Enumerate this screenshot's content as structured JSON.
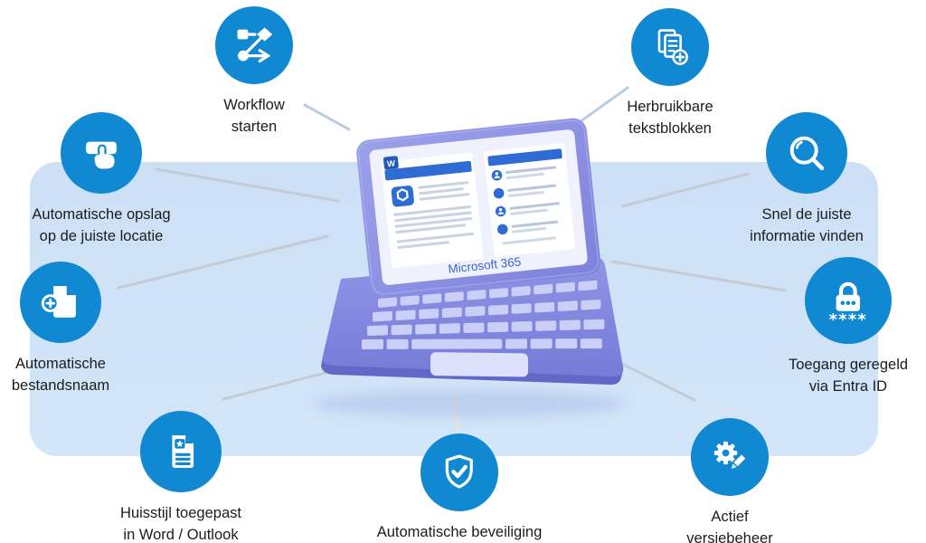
{
  "page": {
    "background": "#ffffff",
    "panel_color": "#cfe2f6"
  },
  "colors": {
    "icon_blue": "#1189d2",
    "accent_blue": "#2e6bd3",
    "badge_blue": "#2257bd",
    "laptop_purple": "#8287dd",
    "brand_text_blue": "#3a67cf",
    "label_text": "#1c1c1e",
    "connector_gray": "#c4c9d1"
  },
  "laptop": {
    "brand": "Microsoft 365",
    "app_badge": "W"
  },
  "features": [
    {
      "id": "workflow-starten",
      "icon": "workflow-icon",
      "line1": "Workflow",
      "line2": "starten"
    },
    {
      "id": "herbruikbare-tekstblokken",
      "icon": "copy-add-icon",
      "line1": "Herbruikbare",
      "line2": "tekstblokken"
    },
    {
      "id": "automatische-opslag",
      "icon": "press-button-icon",
      "line1": "Automatische opslag",
      "line2": "op de juiste locatie"
    },
    {
      "id": "snel-informatie-vinden",
      "icon": "search-icon",
      "line1": "Snel de juiste",
      "line2": "informatie vinden"
    },
    {
      "id": "automatische-bestandsnaam",
      "icon": "file-add-icon",
      "line1": "Automatische",
      "line2": "bestandsnaam"
    },
    {
      "id": "toegang-entra-id",
      "icon": "password-lock-icon",
      "line1": "Toegang geregeld",
      "line2": "via Entra ID",
      "icon_text": "****"
    },
    {
      "id": "huisstijl-toegepast",
      "icon": "branded-doc-icon",
      "line1": "Huisstijl toegepast",
      "line2": "in Word / Outlook"
    },
    {
      "id": "automatische-beveiliging",
      "icon": "shield-check-icon",
      "line1": "Automatische beveiliging",
      "line2": ""
    },
    {
      "id": "actief-versiebeheer",
      "icon": "gear-pencil-icon",
      "line1": "Actief",
      "line2": "versiebeheer"
    }
  ]
}
